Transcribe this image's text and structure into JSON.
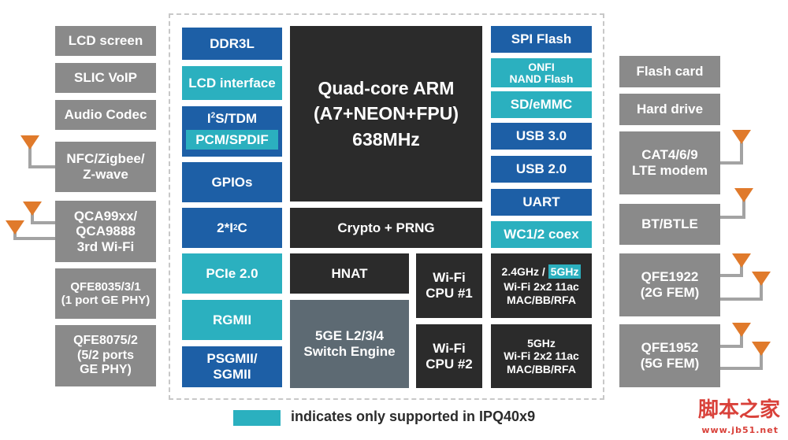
{
  "left_peripherals": [
    "LCD screen",
    "SLIC VoIP",
    "Audio Codec",
    "NFC/Zigbee/\nZ-wave",
    "QCA99xx/\nQCA9888\n3rd Wi-Fi",
    "QFE8035/3/1\n(1 port GE PHY)",
    "QFE8075/2\n(5/2 ports\nGE PHY)"
  ],
  "right_peripherals": [
    "Flash card",
    "Hard drive",
    "CAT4/6/9\nLTE modem",
    "BT/BTLE",
    "QFE1922\n(2G FEM)",
    "QFE1952\n(5G FEM)"
  ],
  "inner_left": {
    "ddr3l": "DDR3L",
    "lcd_interface": "LCD interface",
    "i2s_prefix": "I",
    "i2s_sup": "2",
    "i2s_suffix": "S/TDM",
    "pcm_spdif": "PCM/SPDIF",
    "gpios": "GPIOs",
    "i2c_prefix": "2*I",
    "i2c_sup": "2",
    "i2c_suffix": "C",
    "pcie": "PCIe 2.0",
    "rgmii": "RGMII",
    "psgmii": "PSGMII/\nSGMII"
  },
  "core": {
    "cpu": "Quad-core ARM\n(A7+NEON+FPU)\n638MHz",
    "crypto": "Crypto + PRNG",
    "hnat": "HNAT",
    "switch": "5GE L2/3/4\nSwitch Engine",
    "wifi1": "Wi-Fi\nCPU #1",
    "wifi2": "Wi-Fi\nCPU #2",
    "radio1_band_prefix": "2.4GHz / ",
    "radio1_band_highlight": "5GHz",
    "radio1_rest": "Wi-Fi 2x2 11ac\nMAC/BB/RFA",
    "radio2": "5GHz\nWi-Fi 2x2 11ac\nMAC/BB/RFA"
  },
  "inner_right": [
    "SPI Flash",
    "ONFI\nNAND Flash",
    "SD/eMMC",
    "USB 3.0",
    "USB 2.0",
    "UART",
    "WC1/2 coex"
  ],
  "legend": {
    "text": "indicates only supported in IPQ40x9"
  },
  "watermark": {
    "title": "脚本之家",
    "url": "www.jb51.net"
  },
  "colors": {
    "gray": "#8a8a8a",
    "blue": "#1d5fa6",
    "teal": "#2bb0bf",
    "dark": "#2b2b2b",
    "slate": "#5d6a73",
    "antenna": "#e07a2b"
  }
}
